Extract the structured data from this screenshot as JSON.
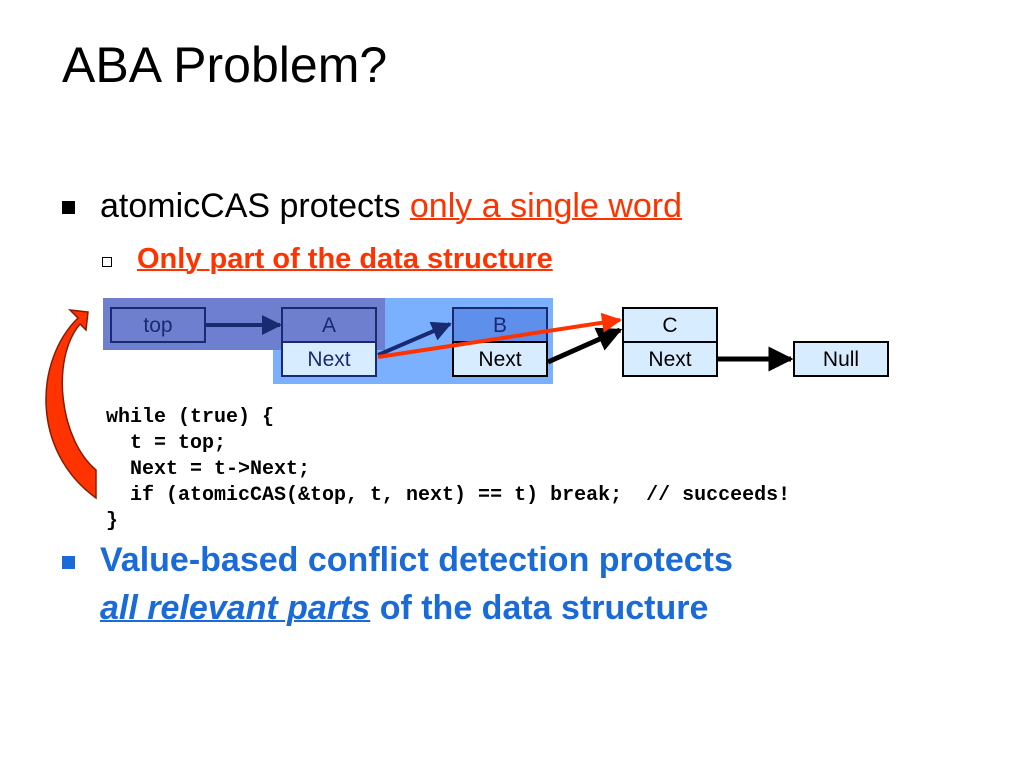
{
  "slide": {
    "title": "ABA Problem?",
    "bullet1": {
      "text": "atomicCAS protects ",
      "emphasis": "only a single word"
    },
    "sub_bullet": {
      "text": "Only part of the data structure"
    },
    "diagram": {
      "nodes": {
        "top": "top",
        "a": "A",
        "a_next": "Next",
        "b": "B",
        "b_next": "Next",
        "c": "C",
        "c_next": "Next",
        "null": "Null"
      }
    },
    "code": {
      "line1": "while (true) {",
      "line2": "  t = top;",
      "line3": "  Next = t->Next;",
      "line4": "  if (atomicCAS(&top, t, next) == t) break;  // succeeds!",
      "line5": "}"
    },
    "bullet2": {
      "line1": "Value-based conflict detection protects",
      "emphasis": "all relevant parts",
      "line2_rest": " of the data structure"
    },
    "colors": {
      "red_accent": "#ff3300",
      "blue_accent": "#1a6ad8",
      "highlight_top": "#6f7fcf",
      "highlight_ab": "#7bb0ff",
      "node_fill": "#d7ecff"
    }
  }
}
